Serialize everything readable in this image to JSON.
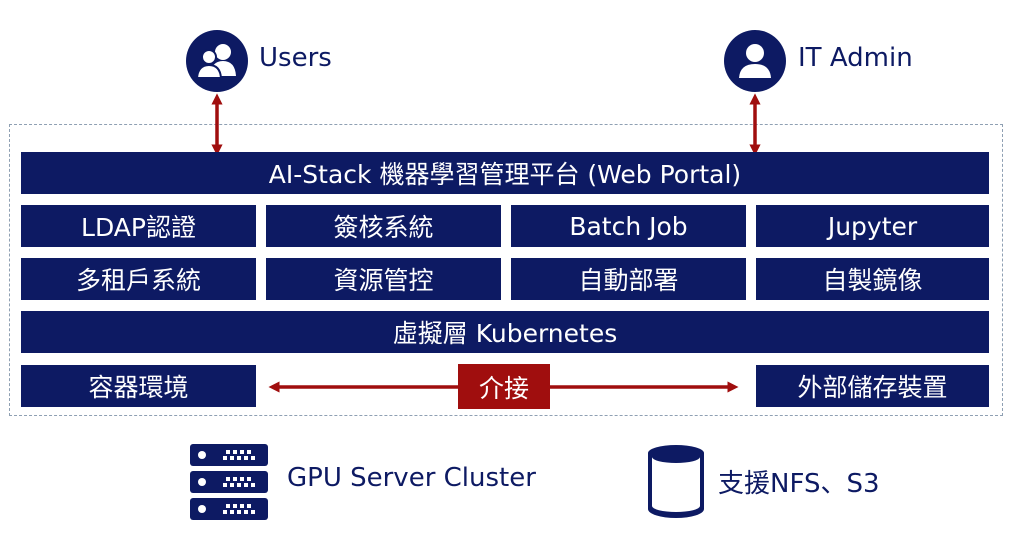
{
  "actors": {
    "users": {
      "label": "Users",
      "icon": "users-icon"
    },
    "admin": {
      "label": "IT Admin",
      "icon": "admin-user-icon"
    }
  },
  "portal": {
    "label": "AI-Stack 機器學習管理平台 (Web Portal)"
  },
  "modules_row1": [
    "LDAP認證",
    "簽核系統",
    "Batch Job",
    "Jupyter"
  ],
  "modules_row2": [
    "多租戶系統",
    "資源管控",
    "自動部署",
    "自製鏡像"
  ],
  "virtualization": {
    "label": "虛擬層 Kubernetes"
  },
  "storage_row": {
    "container_env": "容器環境",
    "connector": "介接",
    "external_storage": "外部儲存裝置"
  },
  "footer": {
    "gpu_cluster": {
      "label": "GPU Server Cluster",
      "icon": "server-rack-icon"
    },
    "storage_support": {
      "label": "支援NFS、S3",
      "icon": "database-cylinder-icon"
    }
  },
  "colors": {
    "primary": "#0d1a63",
    "accent": "#a00e0e",
    "frame": "#8fa0b3"
  }
}
